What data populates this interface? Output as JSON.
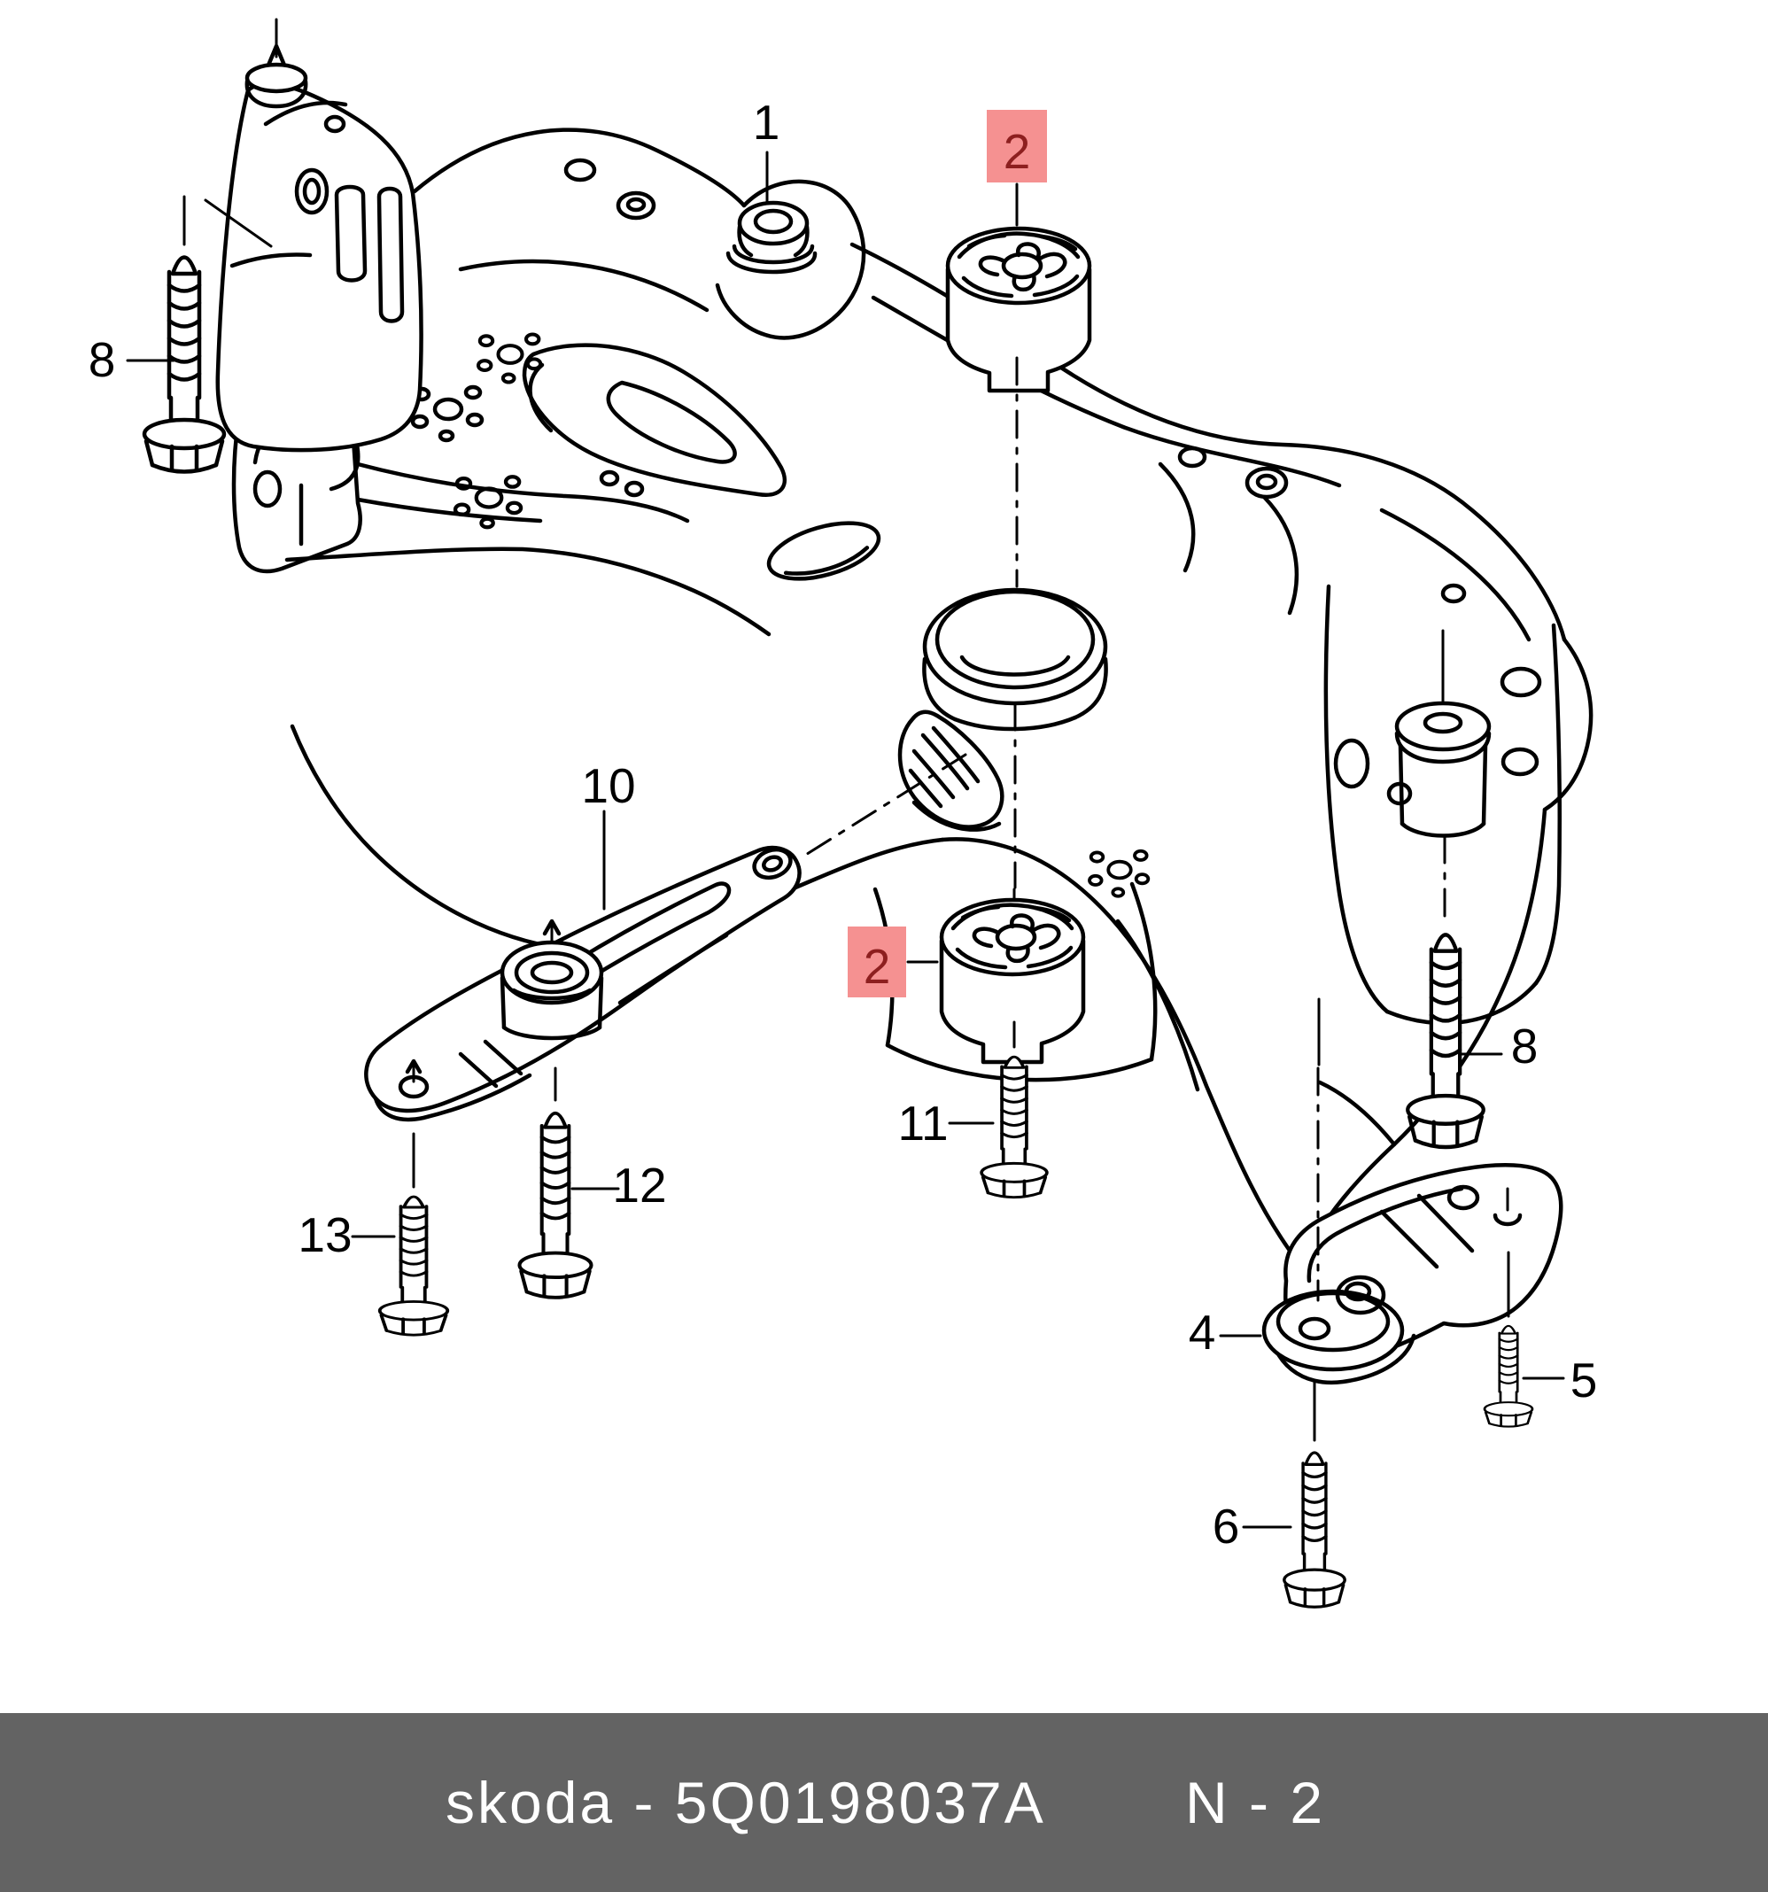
{
  "diagram": {
    "title_hint": "subframe and engine mounting exploded parts diagram",
    "labels": {
      "part1": "1",
      "part2_top": "2",
      "part2_bottom": "2",
      "part4": "4",
      "part5": "5",
      "part6": "6",
      "part8_left": "8",
      "part8_right": "8",
      "part10": "10",
      "part11": "11",
      "part12": "12",
      "part13": "13"
    },
    "colors": {
      "line": "#000000",
      "highlight_background": "#f59191",
      "highlight_text": "#8d1f1f"
    }
  },
  "footer": {
    "part_code": "skoda - 5Q0198037A",
    "page_ref": "N - 2",
    "background": "#636363",
    "text_color": "#ffffff"
  }
}
